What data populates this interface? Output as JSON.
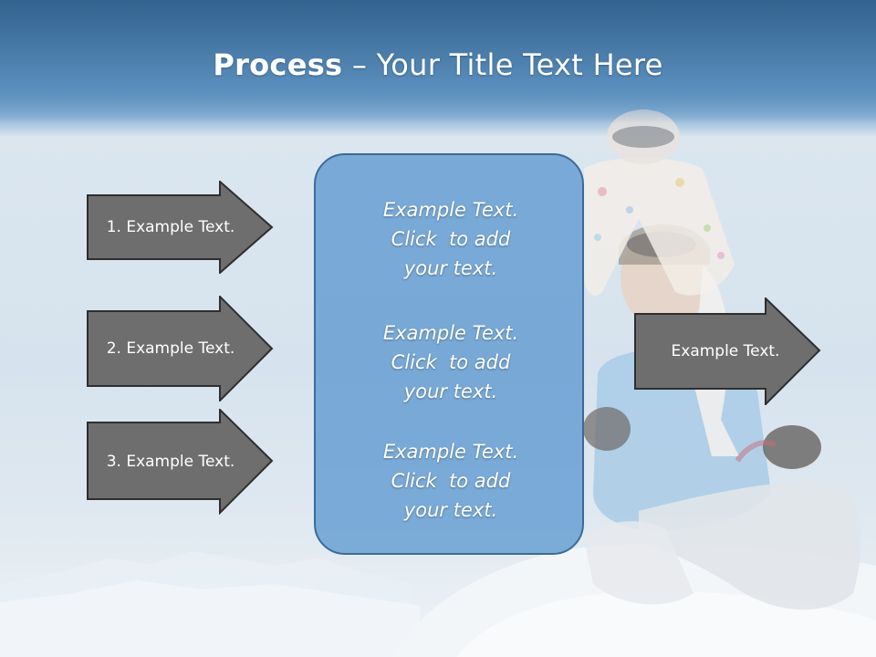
{
  "slide": {
    "title_bold": "Process",
    "title_rest": " – Your Title Text Here"
  },
  "left_arrows": [
    {
      "label": "1. Example Text."
    },
    {
      "label": "2. Example Text."
    },
    {
      "label": "3. Example Text."
    }
  ],
  "right_arrow": {
    "label": "Example Text."
  },
  "center_box": {
    "blocks": [
      {
        "line1": "Example Text.",
        "line2": "Click  to add",
        "line3": "your text."
      },
      {
        "line1": "Example Text.",
        "line2": "Click  to add",
        "line3": "your text."
      },
      {
        "line1": "Example Text.",
        "line2": "Click  to add",
        "line3": "your text."
      }
    ]
  },
  "colors": {
    "header": "#3f6f9c",
    "arrow_fill": "#6e6e6e",
    "arrow_border": "#2e2e2e",
    "box_fill": "#5e99d0",
    "box_border": "#3c6a99"
  }
}
